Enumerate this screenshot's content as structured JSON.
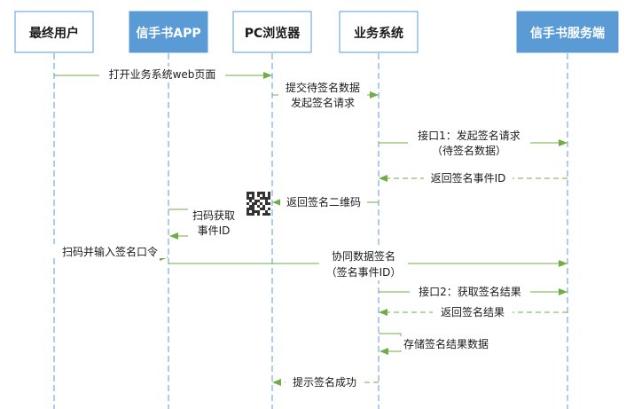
{
  "colors": {
    "accent": "#5b9bd5",
    "arrow": "#70ad47",
    "text": "#1a1a1a",
    "white": "#ffffff"
  },
  "actors": [
    {
      "id": "user",
      "label": "最终用户",
      "filled": false
    },
    {
      "id": "app",
      "label": "信手书APP",
      "filled": true
    },
    {
      "id": "pc",
      "label": "PC浏览器",
      "filled": false
    },
    {
      "id": "biz",
      "label": "业务系统",
      "filled": false
    },
    {
      "id": "server",
      "label": "信手书服务端",
      "filled": true
    }
  ],
  "messages": [
    {
      "from": "user",
      "to": "pc",
      "dashed": false,
      "lines": [
        "打开业务系统web页面"
      ]
    },
    {
      "from": "pc",
      "to": "biz",
      "dashed": false,
      "lines": [
        "提交待签名数据",
        "发起签名请求"
      ]
    },
    {
      "from": "biz",
      "to": "server",
      "dashed": false,
      "lines": [
        "接口1：发起签名请求",
        "（待签名数据）"
      ]
    },
    {
      "from": "server",
      "to": "biz",
      "dashed": true,
      "lines": [
        "返回签名事件ID"
      ]
    },
    {
      "from": "biz",
      "to": "pc",
      "dashed": false,
      "lines": [
        "返回签名二维码"
      ]
    },
    {
      "from": "app",
      "to": "app",
      "self": true,
      "lines": [
        "扫码获取",
        "事件ID"
      ]
    },
    {
      "from": "user",
      "to": "app",
      "dashed": false,
      "lines": [
        "扫码并输入签名口令"
      ]
    },
    {
      "from": "app",
      "to": "server",
      "dashed": false,
      "lines": [
        "协同数据签名",
        "（签名事件ID）"
      ]
    },
    {
      "from": "biz",
      "to": "server",
      "dashed": false,
      "lines": [
        "接口2：获取签名结果"
      ]
    },
    {
      "from": "server",
      "to": "biz",
      "dashed": true,
      "lines": [
        "返回签名结果"
      ]
    },
    {
      "from": "biz",
      "to": "biz",
      "self": true,
      "lines": [
        "存储签名结果数据"
      ]
    },
    {
      "from": "biz",
      "to": "pc",
      "dashed": false,
      "lines": [
        "提示签名成功"
      ]
    }
  ]
}
